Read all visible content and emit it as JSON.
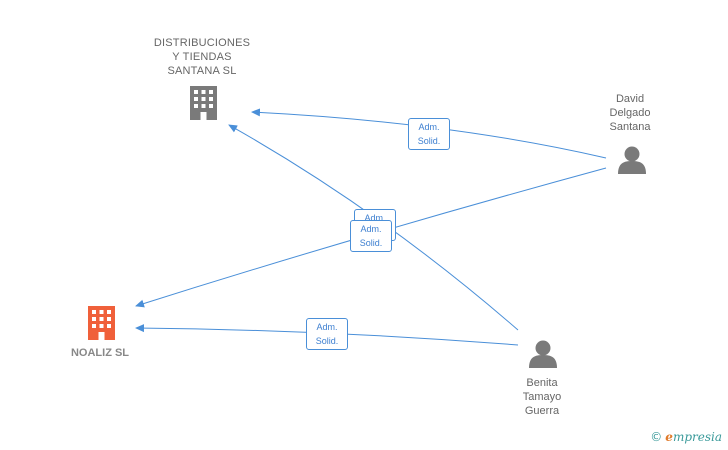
{
  "nodes": {
    "distribuciones": {
      "label": "DISTRIBUCIONES\nY TIENDAS\nSANTANA  SL",
      "type": "company",
      "color": "#7a7a7a"
    },
    "noaliz": {
      "label": "NOALIZ  SL",
      "type": "company",
      "color": "#f0603a"
    },
    "david": {
      "label": "David\nDelgado\nSantana",
      "type": "person",
      "color": "#7a7a7a"
    },
    "benita": {
      "label": "Benita\nTamayo\nGuerra",
      "type": "person",
      "color": "#7a7a7a"
    }
  },
  "edges": [
    {
      "from": "david",
      "to": "distribuciones",
      "label": "Adm.\nSolid."
    },
    {
      "from": "benita",
      "to": "distribuciones",
      "label": "Adm.\nSolid."
    },
    {
      "from": "david",
      "to": "noaliz",
      "label": "Adm.\nSolid."
    },
    {
      "from": "benita",
      "to": "noaliz",
      "label": "Adm.\nSolid."
    }
  ],
  "colors": {
    "edge": "#4a8fd8",
    "person": "#7a7a7a",
    "company": "#7a7a7a",
    "focus": "#f0603a"
  },
  "watermark": {
    "symbol": "©",
    "brand_initial": "e",
    "brand_rest": "mpresia"
  }
}
